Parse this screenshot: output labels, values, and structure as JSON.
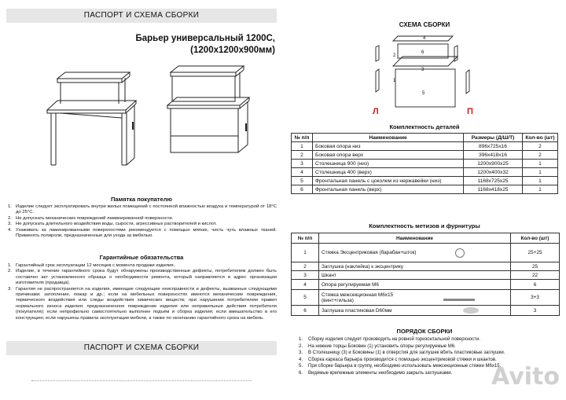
{
  "left": {
    "header_top": "ПАСПОРТ И СХЕМА СБОРКИ",
    "product_title_line1": "Барьер универсальный 1200С,",
    "product_title_line2": "(1200х1200х900мм)",
    "memo_title": "Памятка покупателю",
    "memo_items": [
      {
        "n": "1.",
        "text": "Изделие следует эксплуатировать внутри жилых помещений с постоянной влажностью воздуха и температурой от 18°С до 25°С."
      },
      {
        "n": "2.",
        "text": "Не допускать механических повреждений ламинированной поверхности."
      },
      {
        "n": "3.",
        "text": "Не допускать длительного воздействия воды, сырости, агрессивных растворителей и кислот."
      },
      {
        "n": "4.",
        "text": "Ухаживать за ламинированными поверхностями рекомендуется с помощью мягких, чисть чуть влажных тканей. Применять полироли, предназначенные для ухода за мебелью."
      }
    ],
    "warranty_title": "Гарантийные обязательства",
    "warranty_items": [
      {
        "n": "1.",
        "text": "Гарантийный срок эксплуатации 12 месяцев с момента продажи изделия."
      },
      {
        "n": "2.",
        "text": "Изделие, в течение гарантийного срока будут обнаружены производственные дефекты, потребителем должен быть составлен акт установленного образца о необходимости ремонта, который направляется в адрес организации изготовителя (продавца)."
      },
      {
        "n": "3.",
        "text": "Гарантия не распространяется на изделия, имеющие следующие неисправности и дефекты, вызванные следующими причинами: затопление, пожар и др.; если на мебельных поверхностях имеются механические повреждения, термического воздействия или следы воздействия химических веществ; при нарушении потребителем правил нормального износа изделия; предназначенное повреждение изделия или неправильные действия потребителя (покупателя); если непрофильно самостоятельно выполнен подъём и сборка изделия; если вмешательство в его конструкцию; если нарушены правила эксплуатации мебели, а также по окончанию гарантийного срока на мебель."
      }
    ],
    "header_bottom": "ПАСПОРТ И СХЕМА СБОРКИ"
  },
  "right": {
    "scheme_title": "СХЕМА СБОРКИ",
    "label_left": "Л",
    "label_right": "П",
    "part_numbers": [
      "4",
      "6",
      "3",
      "5",
      "2",
      "1"
    ],
    "parts_title": "Комплектность деталей",
    "parts_headers": [
      "№ п/п",
      "Наименование",
      "Размеры (Д/Ш/Т)",
      "Кол-во (шт)"
    ],
    "parts_rows": [
      [
        "1",
        "Боковая опора низ",
        "896х725х16",
        "2"
      ],
      [
        "2",
        "Боковая опора верх",
        "396х418х16",
        "2"
      ],
      [
        "3",
        "Столешница 900 (низ)",
        "1200х900х25",
        "1"
      ],
      [
        "4",
        "Столешница 400 (верх)",
        "1200х400х32",
        "1"
      ],
      [
        "5",
        "Фронтальная панель с цоколем из нержавейки (низ)",
        "1168х725х25",
        "1"
      ],
      [
        "6",
        "Фронтальная панель (верх)",
        "1168х418х25",
        "1"
      ]
    ],
    "hw_title": "Комплектность метизов и фурнитуры",
    "hw_headers": [
      "№ п/п",
      "Наименование",
      "Кол-во (шт)"
    ],
    "hw_rows": [
      [
        "1",
        "Стяжка Эксцентриковая (барабан+шток)",
        "25+25"
      ],
      [
        "2",
        "Заглушка (наклейка) к эксцентрику",
        "25"
      ],
      [
        "3",
        "Шкант",
        "22"
      ],
      [
        "4",
        "Опора регулируемая М6",
        "6"
      ],
      [
        "5",
        "Стяжка межсекционная М6х15 (винт+гильза)",
        "3+3"
      ],
      [
        "6",
        "Заглушка пластиковая D60мм",
        "3"
      ]
    ],
    "order_title": "ПОРЯДОК СБОРКИ",
    "order_items": [
      {
        "n": "1.",
        "text": "Сборку изделия следует производить на ровной горизонтальной поверхности."
      },
      {
        "n": "2.",
        "text": "На нижние торцы Боковин (1) установить опоры регулируемые М6."
      },
      {
        "n": "3.",
        "text": "В Столешницу (3) и Боковины (1) в отверстия для заглушек вбить пластиковые заглушки."
      },
      {
        "n": "4.",
        "text": "Сборка каркаса барьера производится с помощью эксцентриковой стяжки и шкантов."
      },
      {
        "n": "5.",
        "text": "При сборке барьера в группу, необходимо использовать межсекционные стяжки М6х15."
      },
      {
        "n": "6.",
        "text": "Видимые крепежные элементы необходимо закрыть заглушками."
      }
    ],
    "watermark": "Avito"
  }
}
